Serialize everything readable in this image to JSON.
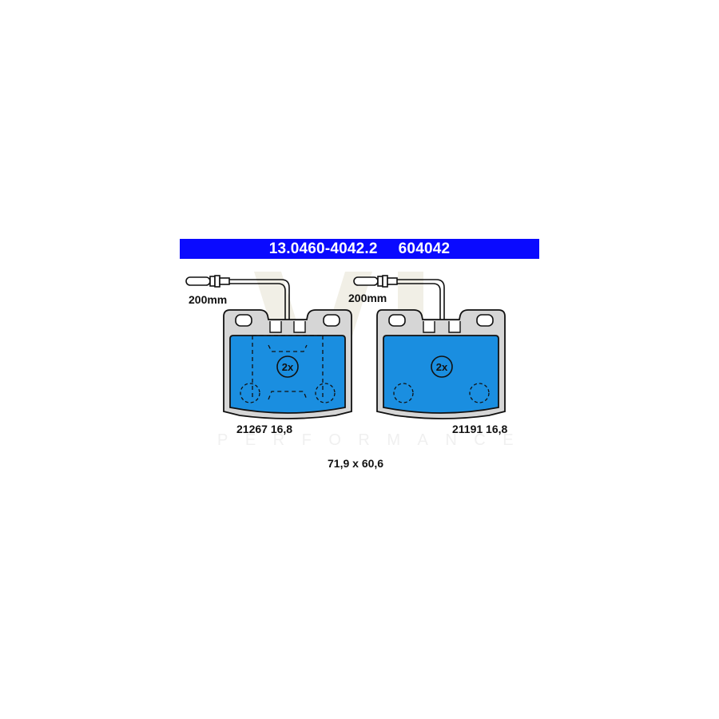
{
  "header": {
    "part_number": "13.0460-4042.2",
    "code": "604042",
    "background_color": "#0a0aff"
  },
  "pads": [
    {
      "wire_length": "200mm",
      "quantity": "2x",
      "label": "21267 16,8"
    },
    {
      "wire_length": "200mm",
      "quantity": "2x",
      "label": "21191 16,8"
    }
  ],
  "dimensions": "71,9 x 60,6",
  "watermark": {
    "logo_text": "VL",
    "tagline": "PERFORMANCE"
  },
  "colors": {
    "pad_fill": "#1a8ee0",
    "backplate_fill": "#d6d6d6",
    "outline": "#111111"
  }
}
